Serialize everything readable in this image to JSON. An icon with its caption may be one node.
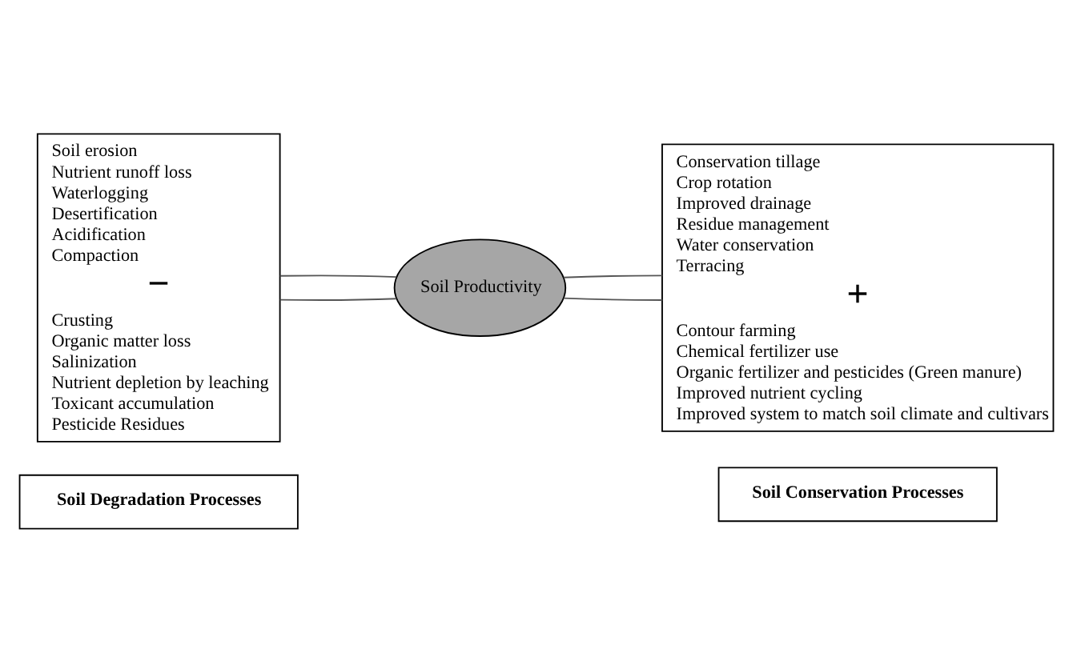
{
  "diagram": {
    "nodes": [
      {
        "text": [
          "Soil Degradation Processes"
        ]
      },
      {
        "text": [
          "Soil Conservation Processes"
        ]
      },
      {
        "text": [
          "Soil erosion",
          "Nutrient runoff loss",
          "Waterlogging",
          "Desertification",
          "Acidification",
          "Compaction",
          "−",
          "Crusting",
          "Organic matter loss",
          "Salinization",
          "Nutrient depletion by leaching",
          "Toxicant accumulation",
          "Pesticide Residues"
        ]
      },
      {
        "text": [
          "Soil Productivity"
        ]
      },
      {
        "text": [
          "Conservation tillage",
          "Crop rotation",
          "Improved drainage",
          "Residue management",
          "Water conservation",
          "Terracing",
          "+",
          "Contour farming",
          "Chemical fertilizer use",
          "Organic fertilizer and pesticides (Green manure)",
          "Improved nutrient cycling",
          "Improved system to match soil climate and cultivars"
        ]
      }
    ],
    "edges": [
      {
        "from": 2,
        "to": 3,
        "arrow": "none"
      },
      {
        "from": 2,
        "to": 3,
        "arrow": "none"
      },
      {
        "from": 3,
        "to": 4,
        "arrow": "none"
      },
      {
        "from": 3,
        "to": 4,
        "arrow": "none"
      }
    ]
  }
}
